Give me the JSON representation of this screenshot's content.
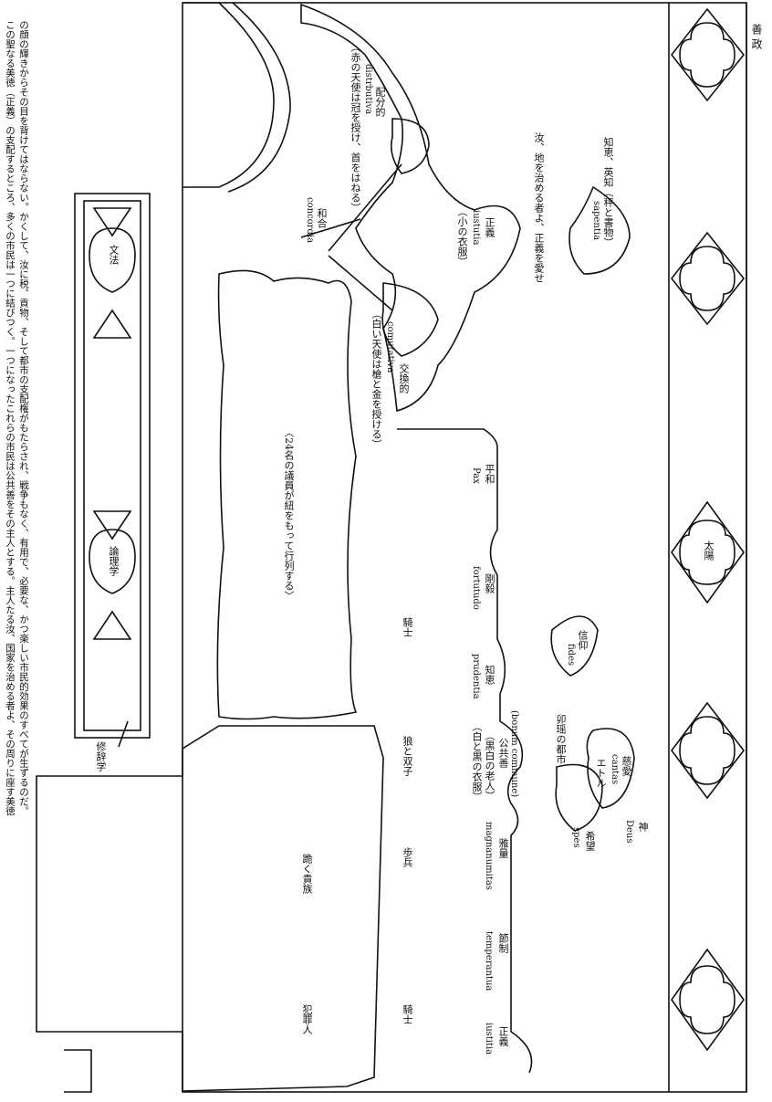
{
  "header": {
    "title": "善 政"
  },
  "caption": {
    "line1": "この聖なる美徳（正義）の支配するところ、多くの市民は一つに結びつく。一つになったこれらの市民は公共善をその主人とする。主人たる汝、国家を治める者よ、その周りに座す美徳",
    "line2": "の顔の輝きからその目を背けてはならない。かくして、汝に税、貢物、そして都市の支配権がもたらされ、戦争もなく、有用で、必要な、かつ楽しい市民的効果のすべてが生ずるのだ。"
  },
  "inscription": "汝、地を治める者よ、正義を愛せ",
  "virtues": {
    "sapientia": {
      "jp": "知恵、英知（秤と書物）",
      "latin": "sapentia"
    },
    "iustitia": {
      "jp": "正義",
      "latin": "iustutia",
      "note": "（小の衣服）"
    },
    "distributiva": {
      "jp": "配分的",
      "latin": "distrbutiva",
      "note": "（赤の天使は冠を授け、首をはねる）"
    },
    "commutativa": {
      "jp": "交換的",
      "latin": "comutativa",
      "note": "（白い天使は槍と金を授ける）"
    },
    "concordia": {
      "jp": "和合",
      "latin": "concordia"
    },
    "citizens": "〈24名の議員が紐をもって行列する〉",
    "pax": {
      "jp": "平和",
      "latin": "Pax"
    },
    "fortitudo": {
      "jp": "剛毅",
      "latin": "fortutudo"
    },
    "prudentia": {
      "jp": "知恵",
      "latin": "prudentia"
    },
    "bonum": {
      "jp": "公共善",
      "latin": "(bonum commune)",
      "note1": "（黒白の老人）",
      "note2": "（白と黒の衣服）"
    },
    "magnanimitas": {
      "jp": "雅量",
      "latin": "magnanumitas"
    },
    "temperantia": {
      "jp": "節制",
      "latin": "temperantua"
    },
    "iustitia2": {
      "jp": "正義",
      "latin": "iustitia"
    }
  },
  "theological": {
    "fides": {
      "jp": "信仰",
      "latin": "fides"
    },
    "caritas": {
      "jp": "慈愛",
      "latin": "cantas",
      "extra": "エトル"
    },
    "deus": {
      "jp": "神",
      "latin": "Deus"
    },
    "spes": {
      "jp": "希望",
      "latin": "spes"
    },
    "sienese": "卯瑶の都市"
  },
  "ground": {
    "knights1": "騎士",
    "wolf": "狼と双子",
    "infantry": "歩兵",
    "knights2": "騎士",
    "nobles": "跪く貴族",
    "criminals": "犯罪人"
  },
  "border": {
    "grammar": "文法",
    "logic": "論理学",
    "rhetoric": "修辞学",
    "sun": "太陽"
  }
}
